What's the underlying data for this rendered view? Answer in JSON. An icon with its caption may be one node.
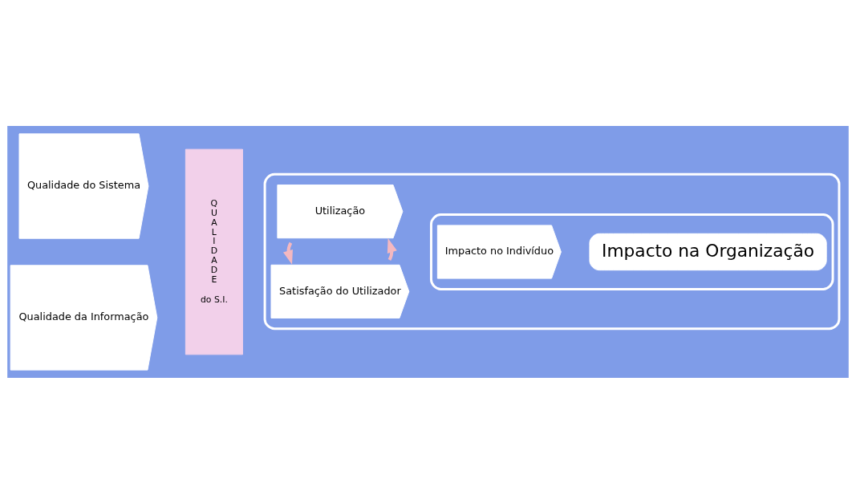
{
  "diagram": {
    "nodes": [
      {
        "text": [
          "Qualidade do Sistema"
        ]
      },
      {
        "text": [
          "Qualidade da Informação"
        ]
      },
      {
        "text": [
          "Q U A L I D A D E",
          "do S.I."
        ]
      },
      {
        "text": [],
        "shape": "box"
      },
      {
        "text": [
          "Utilização"
        ],
        "in": 3
      },
      {
        "text": [
          "Satisfação do Utilizador"
        ],
        "in": 3
      },
      {
        "text": [],
        "shape": "box",
        "in": 3
      },
      {
        "text": [
          "Impacto no Indivíduo"
        ],
        "in": 6
      },
      {
        "text": [
          "Impacto na Organização"
        ],
        "in": 6
      }
    ],
    "edges": [
      {
        "from": 5,
        "to": 4,
        "arrow": "to"
      },
      {
        "from": 4,
        "to": 5,
        "arrow": "to"
      }
    ]
  }
}
